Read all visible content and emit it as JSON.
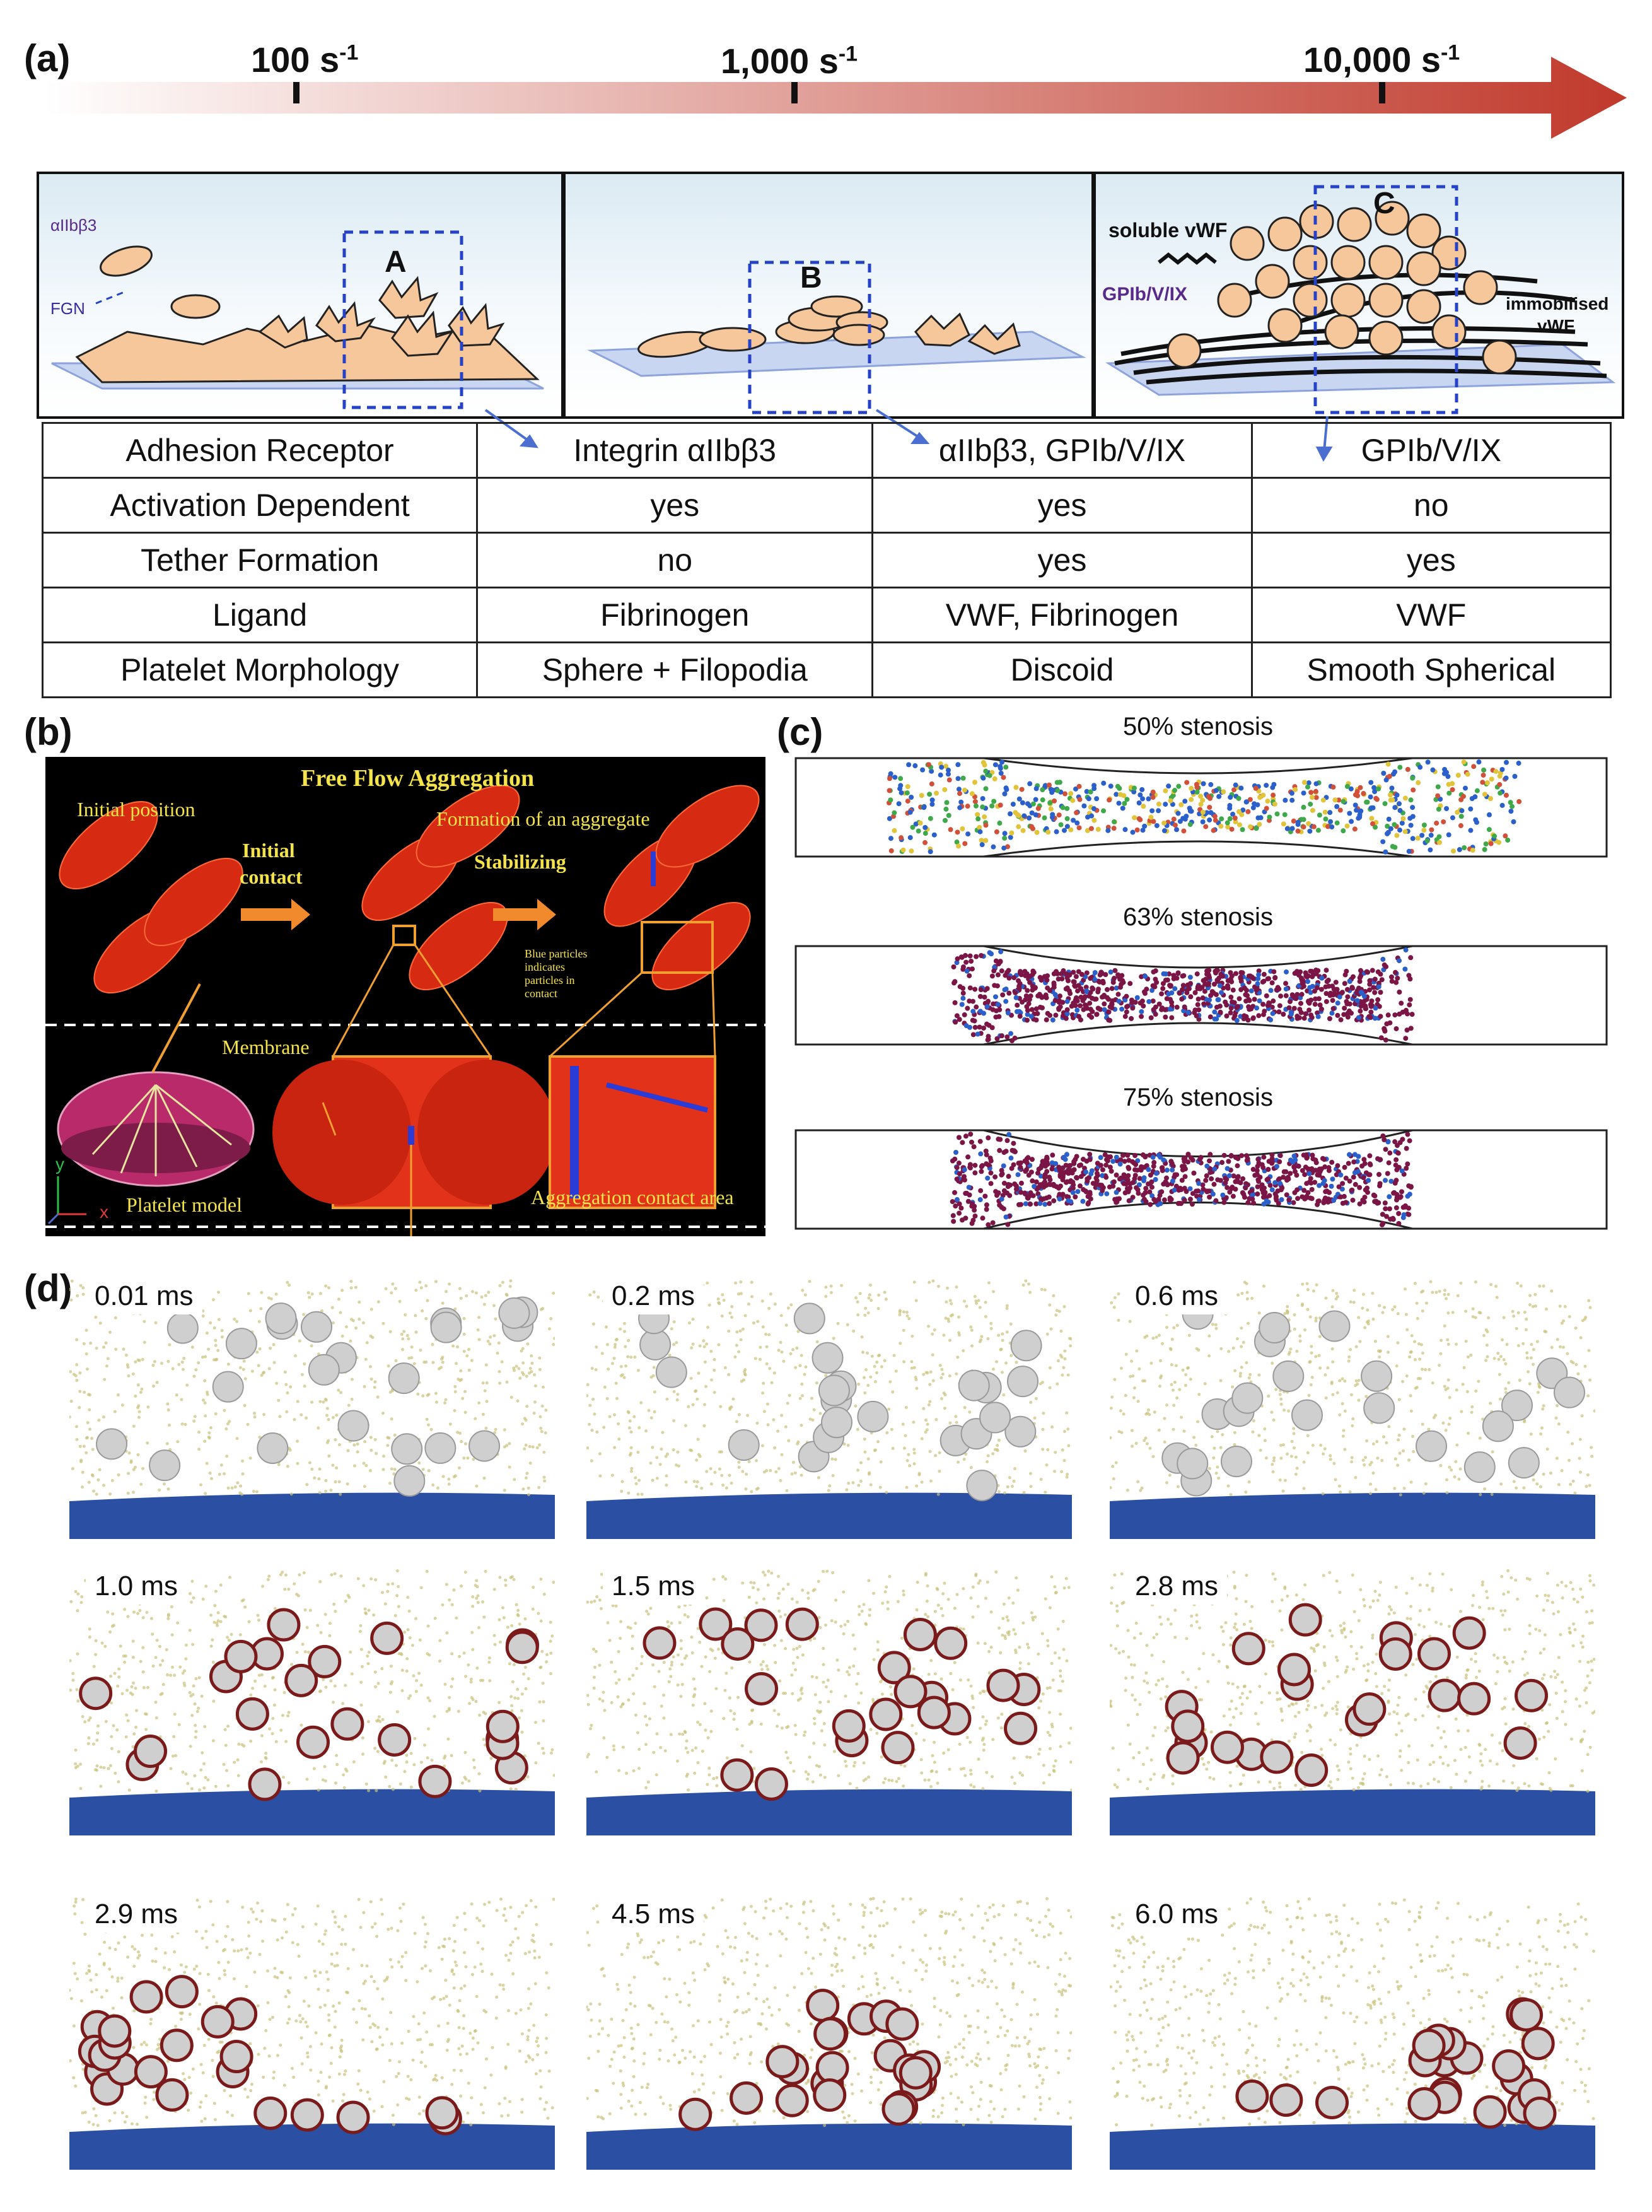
{
  "panel_a": {
    "label": "(a)",
    "shear_rates": [
      "100 s",
      "1,000 s",
      "10,000 s"
    ],
    "shear_exp": "-1",
    "box_labels": [
      "A",
      "B",
      "C"
    ],
    "annot": {
      "integrin": "αIIbβ3",
      "fgn": "FGN",
      "soluble": "soluble vWF",
      "gp": "GPIb/V/IX",
      "immob1": "immobilised",
      "immob2": "vWF"
    },
    "table": {
      "rows": [
        [
          "Adhesion Receptor",
          "Integrin αIIbβ3",
          "αIIbβ3, GPIb/V/IX",
          "GPIb/V/IX"
        ],
        [
          "Activation Dependent",
          "yes",
          "yes",
          "no"
        ],
        [
          "Tether Formation",
          "no",
          "yes",
          "yes"
        ],
        [
          "Ligand",
          "Fibrinogen",
          "VWF, Fibrinogen",
          "VWF"
        ],
        [
          "Platelet Morphology",
          "Sphere + Filopodia",
          "Discoid",
          "Smooth Spherical"
        ]
      ]
    }
  },
  "panel_b": {
    "label": "(b)",
    "title": "Free Flow Aggregation",
    "initial_position": "Initial position",
    "initial_contact_1": "Initial",
    "initial_contact_2": "contact",
    "formation": "Formation of an aggregate",
    "stabilizing": "Stabilizing",
    "blue_note": "Blue particles indicates particles in contact",
    "membrane": "Membrane",
    "platelet_model": "Platelet model",
    "contact_area": "Aggregation contact area",
    "axis_y": "y",
    "axis_x": "x"
  },
  "panel_c": {
    "label": "(c)",
    "titles": [
      "50% stenosis",
      "63% stenosis",
      "75% stenosis"
    ]
  },
  "panel_d": {
    "label": "(d)",
    "times": [
      "0.01 ms",
      "0.2 ms",
      "0.6 ms",
      "1.0 ms",
      "1.5 ms",
      "2.8 ms",
      "2.9 ms",
      "4.5 ms",
      "6.0 ms"
    ]
  },
  "colors": {
    "arrow": "#c0392b",
    "dash": "#2643c7",
    "platelet": "#f6c79a",
    "rbc": "#d62a12",
    "maroon": "#7a1545",
    "substrate": "#2b4fa3",
    "fibrin": "#c9c27a"
  }
}
